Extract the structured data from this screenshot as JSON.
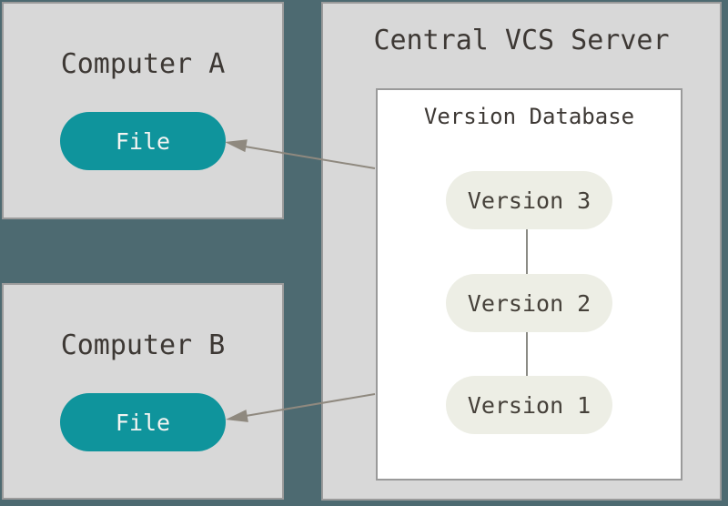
{
  "diagram": {
    "computers": [
      {
        "title": "Computer A",
        "file_label": "File"
      },
      {
        "title": "Computer B",
        "file_label": "File"
      }
    ],
    "server": {
      "title": "Central VCS Server",
      "version_database": {
        "title": "Version Database",
        "versions": [
          "Version 3",
          "Version 2",
          "Version 1"
        ]
      }
    }
  },
  "colors": {
    "bg_teal": "#4d6a71",
    "box_gray": "#d8d8d8",
    "box_border": "#9b9b9b",
    "panel_white": "#ffffff",
    "panel_border": "#9a9a9a",
    "pill_teal": "#0f949c",
    "pill_beige": "#edeee5",
    "text_dark": "#3d3834",
    "text_pill": "#454039",
    "text_file": "#f4f4f2",
    "line_gray": "#8b8b85",
    "arrow_gray": "#8f897f"
  }
}
